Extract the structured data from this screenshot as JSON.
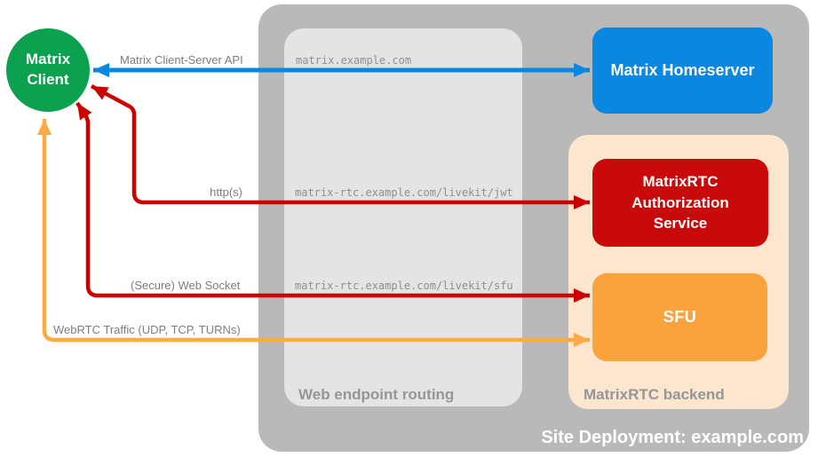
{
  "colors": {
    "site_box": "#b9b9b9",
    "routing_box": "#e4e4e4",
    "backend_box": "#fce6cd",
    "client_node": "#0ba14f",
    "homeserver_node": "#0a87e0",
    "auth_node": "#c90a0a",
    "sfu_node": "#faa33c",
    "arrow_blue": "#0a87e0",
    "arrow_red": "#cc0000",
    "arrow_orange": "#fbab42",
    "label_gray": "#7d7d7d",
    "url_gray": "#8f8f8f",
    "section_label_gray": "#969696",
    "node_text": "#ffffff"
  },
  "nodes": {
    "matrix_client": "Matrix Client",
    "matrix_homeserver": "Matrix Homeserver",
    "auth_service": "MatrixRTC Authorization Service",
    "sfu": "SFU"
  },
  "containers": {
    "site_deployment": "Site Deployment: example.com",
    "web_endpoint_routing": "Web endpoint routing",
    "matrixrtc_backend": "MatrixRTC backend"
  },
  "edges": {
    "client_server_api": {
      "label": "Matrix Client-Server API",
      "route": "matrix.example.com"
    },
    "https": {
      "label": "http(s)",
      "route": "matrix-rtc.example.com/livekit/jwt"
    },
    "websocket": {
      "label": "(Secure) Web Socket",
      "route": "matrix-rtc.example.com/livekit/sfu"
    },
    "webrtc": {
      "label": "WebRTC Traffic (UDP, TCP, TURNs)"
    }
  }
}
